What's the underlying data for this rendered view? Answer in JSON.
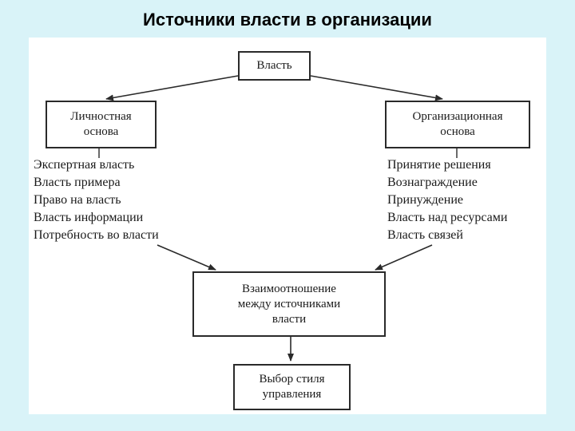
{
  "title": "Источники власти в организации",
  "nodes": {
    "power": "Власть",
    "personal_basis": "Личностная\nоснова",
    "organizational_basis": "Организационная\nоснова",
    "relationship": "Взаимоотношение\nмежду источниками\nвласти",
    "style_choice": "Выбор стиля\nуправления"
  },
  "personal_sources": [
    "Экспертная власть",
    "Власть примера",
    "Право на власть",
    "Власть информации",
    "Потребность во власти"
  ],
  "organizational_sources": [
    "Принятие решения",
    "Вознаграждение",
    "Принуждение",
    "Власть над ресурсами",
    "Власть связей"
  ]
}
